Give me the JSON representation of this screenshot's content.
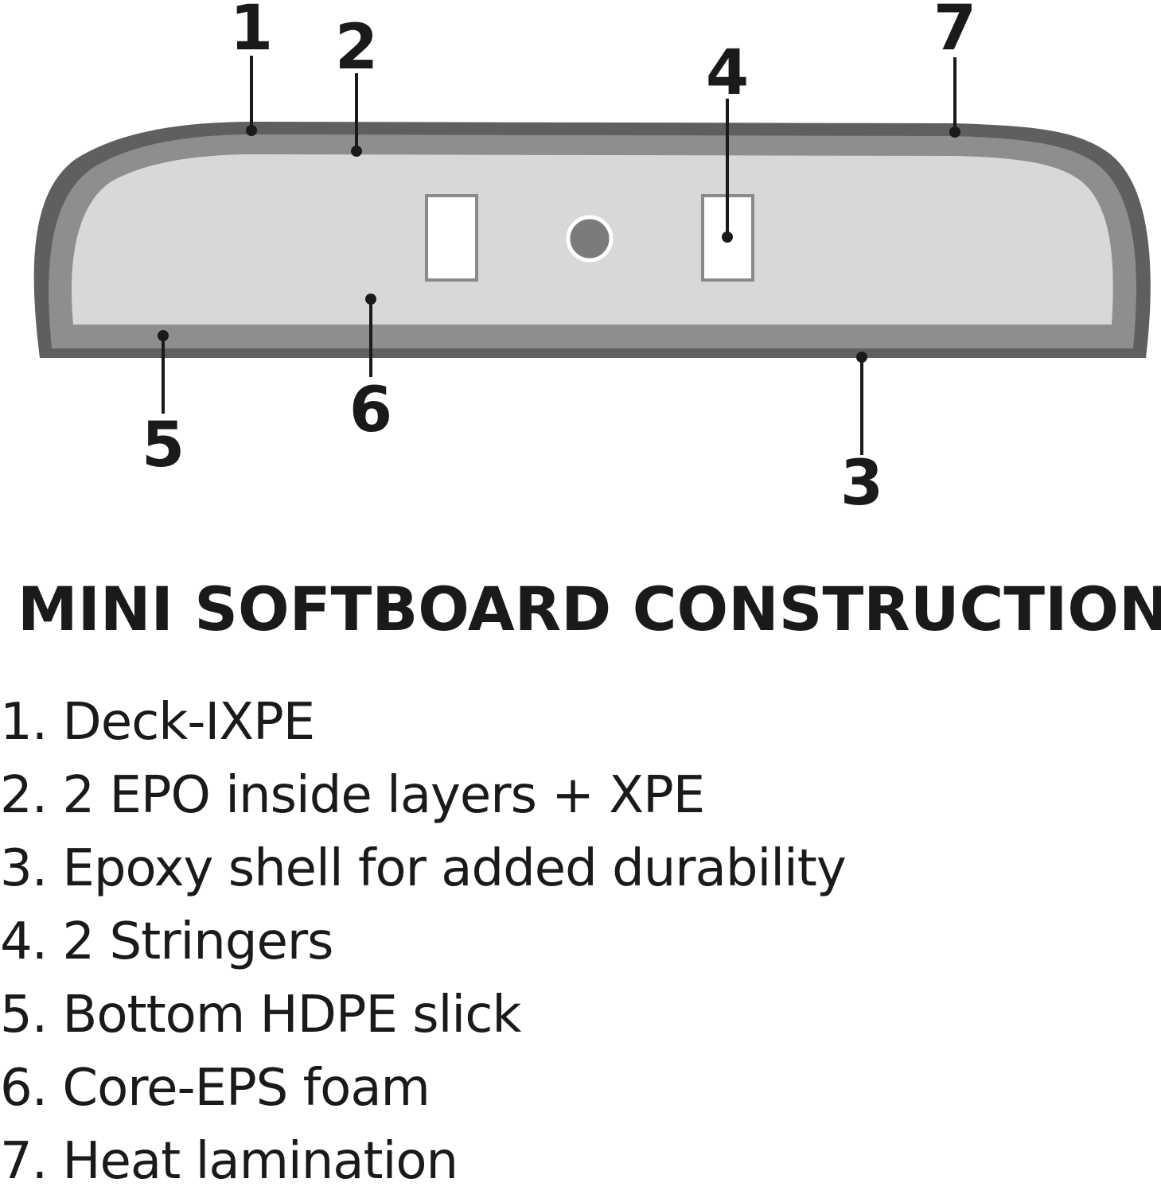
{
  "callouts": [
    {
      "num": "1"
    },
    {
      "num": "2"
    },
    {
      "num": "3"
    },
    {
      "num": "4"
    },
    {
      "num": "5"
    },
    {
      "num": "6"
    },
    {
      "num": "7"
    }
  ],
  "title": "MINI SOFTBOARD CONSTRUCTION",
  "legend": [
    "1. Deck-IXPE",
    "2. 2 EPO inside layers + XPE",
    "3. Epoxy shell for added durability",
    "4. 2 Stringers",
    "5. Bottom HDPE slick",
    "6. Core-EPS foam",
    "7. Heat lamination"
  ],
  "colors": {
    "outer_shell": "#5f5f5f",
    "middle_layer": "#8e8e8e",
    "core": "#d8d8d8",
    "stringer_fill": "#ffffff",
    "stringer_stroke": "#8a8a8a",
    "text": "#1a1a1a"
  }
}
